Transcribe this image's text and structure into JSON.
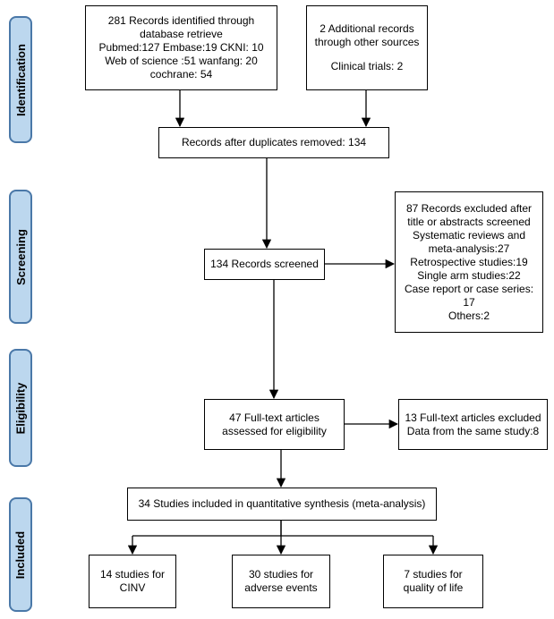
{
  "colors": {
    "phase_fill": "#bcd7ee",
    "phase_border": "#4a78a8",
    "box_border": "#000000",
    "arrow": "#000000"
  },
  "phases": {
    "identification": "Identification",
    "screening": "Screening",
    "eligibility": "Eligibility",
    "included": "Included"
  },
  "boxes": {
    "database": [
      "281 Records identified through",
      "database retrieve",
      "Pubmed:127   Embase:19 CKNI: 10",
      "Web of science :51 wanfang: 20",
      "cochrane: 54"
    ],
    "other_sources": {
      "top": [
        "2 Additional records",
        "through other sources"
      ],
      "bottom": [
        "Clinical trials: 2"
      ]
    },
    "duplicates_removed": "Records after duplicates removed: 134",
    "screened": "134 Records screened",
    "excluded_screening": [
      "87 Records excluded after",
      "title or abstracts screened",
      "Systematic reviews and",
      "meta-analysis:27",
      "Retrospective studies:19",
      "Single arm studies:22",
      "Case report or case series:",
      "17",
      "Others:2"
    ],
    "full_text_assessed": [
      "47 Full-text articles",
      "assessed for eligibility"
    ],
    "full_text_excluded": [
      "13 Full-text articles excluded",
      "Data from the same study:8"
    ],
    "included_synthesis": "34 Studies included in quantitative synthesis (meta-analysis)",
    "outcomes": [
      [
        "14 studies for",
        "CINV"
      ],
      [
        "30 studies for",
        "adverse events"
      ],
      [
        "7 studies for",
        "quality of life"
      ]
    ]
  }
}
